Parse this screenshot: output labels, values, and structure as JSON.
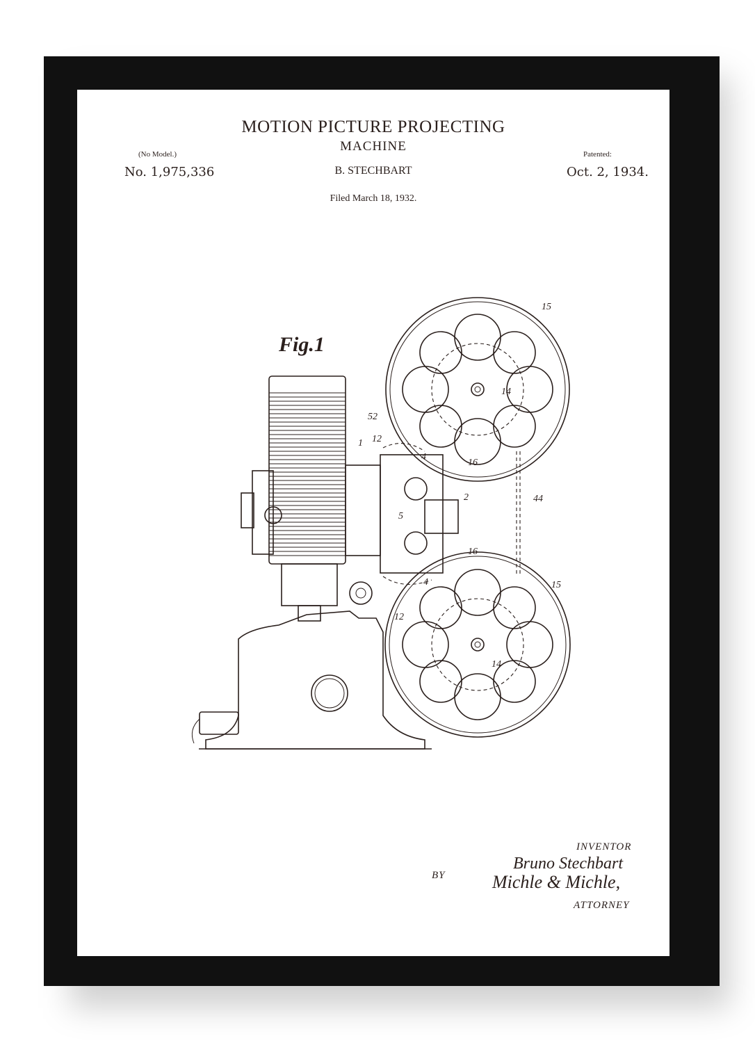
{
  "patent": {
    "title_line1": "MOTION PICTURE PROJECTING",
    "title_line2": "MACHINE",
    "no_model": "(No Model.)",
    "patented_label": "Patented:",
    "number": "No. 1,975,336",
    "inventor_header": "B. STECHBART",
    "date": "Oct. 2, 1934.",
    "filed": "Filed March 18, 1932."
  },
  "figure": {
    "label": "Fig.1",
    "refs": [
      "15",
      "14",
      "52",
      "12",
      "1",
      "4",
      "2",
      "5",
      "44",
      "16",
      "15",
      "16",
      "4",
      "12",
      "14"
    ]
  },
  "signature": {
    "inventor_label": "INVENTOR",
    "inventor_signature": "Bruno Stechbart",
    "by_label": "BY",
    "attorney_signature": "Michle & Michle,",
    "attorney_label": "ATTORNEY"
  },
  "colors": {
    "frame": "#111111",
    "ink": "#2a1f1c",
    "paper": "#ffffff"
  }
}
